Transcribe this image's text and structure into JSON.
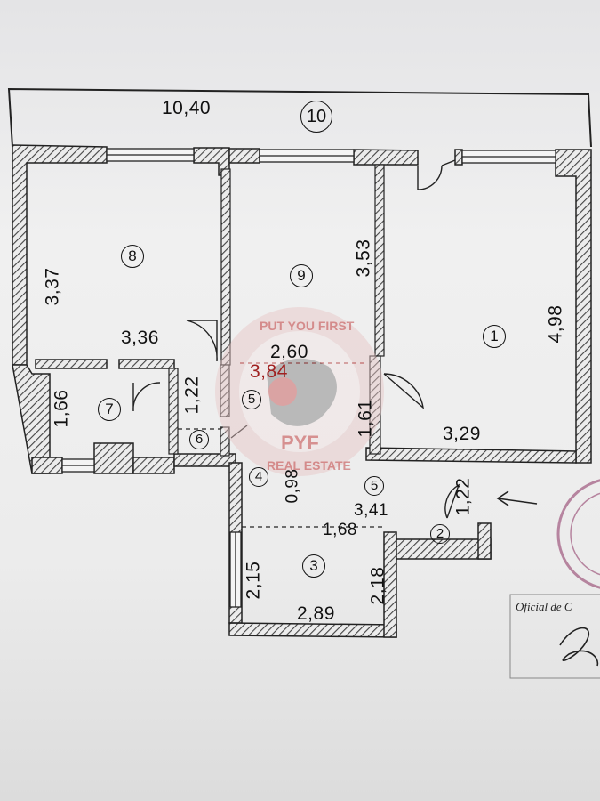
{
  "balcony": {
    "number": "10",
    "length": "10,40"
  },
  "rooms": [
    {
      "id": "r1",
      "number": "1"
    },
    {
      "id": "r2",
      "number": "2"
    },
    {
      "id": "r3",
      "number": "3"
    },
    {
      "id": "r4",
      "number": "4"
    },
    {
      "id": "r5a",
      "number": "5"
    },
    {
      "id": "r5b",
      "number": "5"
    },
    {
      "id": "r6",
      "number": "6"
    },
    {
      "id": "r7",
      "number": "7"
    },
    {
      "id": "r8",
      "number": "8"
    },
    {
      "id": "r9",
      "number": "9"
    }
  ],
  "dimensions": {
    "room8_height": "3,37",
    "room8_width": "3,36",
    "room9_height": "3,53",
    "room1_height": "4,98",
    "room1_width": "3,29",
    "room7_height": "1,66",
    "room7_door": "1,22",
    "hall_width": "2,60",
    "hall_length": "3,84",
    "hall_height": "1,61",
    "room4_height": "0,98",
    "entry_width": "1,22",
    "hall2_width": "3,41",
    "room3_top": "1,68",
    "room3_left": "2,15",
    "room3_right": "2,18",
    "room3_bottom": "2,89"
  },
  "watermark": {
    "line1": "PUT YOU FIRST",
    "brand": "PYF",
    "line2": "REAL ESTATE"
  },
  "footer": {
    "office_label": "Oficial de C"
  },
  "colors": {
    "wall": "#3a3a3a",
    "hatch": "#555555",
    "ink": "#111111",
    "watermark": "#c34a4a",
    "stamp": "#8a3060"
  }
}
